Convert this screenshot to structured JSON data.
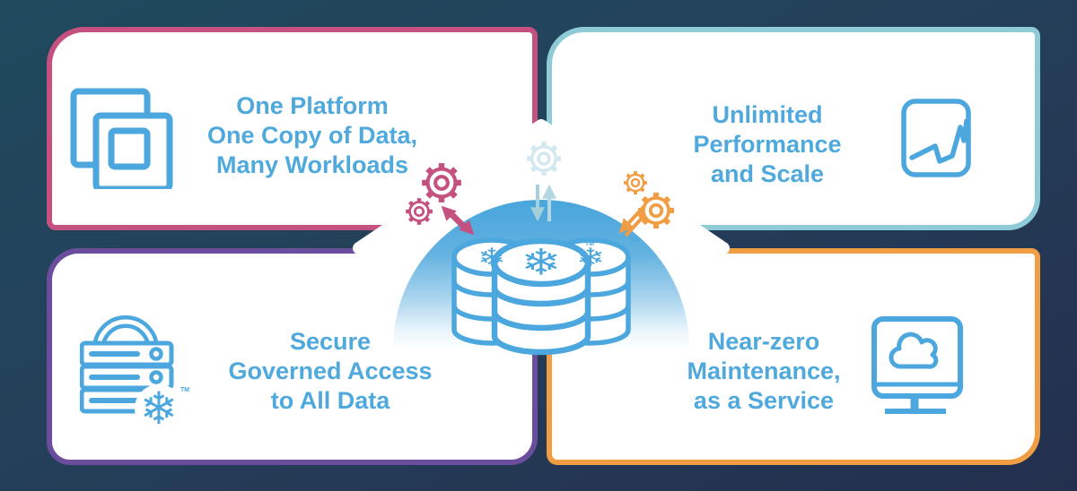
{
  "cards": [
    {
      "name": "one-platform",
      "lines": [
        "One Platform",
        "One Copy of Data,",
        "Many Workloads"
      ],
      "icon": "overlapping-squares-icon"
    },
    {
      "name": "unlimited-performance",
      "lines": [
        "Unlimited",
        "Performance",
        "and Scale"
      ],
      "icon": "line-chart-icon"
    },
    {
      "name": "secure-governed-access",
      "lines": [
        "Secure",
        "Governed Access",
        "to All Data"
      ],
      "icon": "padlock-server-snowflake-icon"
    },
    {
      "name": "near-zero-maintenance",
      "lines": [
        "Near-zero",
        "Maintenance,",
        "as a Service"
      ],
      "icon": "monitor-cloud-icon"
    }
  ],
  "center": {
    "snowflake_glyph": "❄",
    "trademark_label": "TM",
    "icons": [
      "database-stack-icon",
      "snowflake-icon",
      "gear-icon",
      "exchange-arrows-icon",
      "dome-gradient"
    ]
  },
  "colors": {
    "background_top": "#1f4a5e",
    "background_bottom": "#232f4e",
    "card_bg": "#ffffff",
    "accent_pink": "#c4517f",
    "accent_teal": "#8fcbd7",
    "accent_purple": "#6a4e9d",
    "accent_orange": "#f09d44",
    "icon_blue": "#4ba7dd",
    "text_blue": "#4fa9dd",
    "dome_blue": "#48a5dc",
    "gear_pale_blue": "#d4e8f0",
    "arrow_teal": "#a6cfdc",
    "arrow_teal_light": "#b4d8e2"
  }
}
